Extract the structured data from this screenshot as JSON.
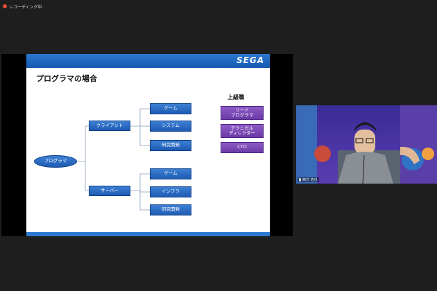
{
  "recording": {
    "label": "レコーディング中"
  },
  "slide": {
    "logo": "SEGA",
    "title": "プログラマの場合",
    "root": "プログラマ",
    "branches": [
      {
        "label": "クライアント",
        "leaves": [
          "ゲーム",
          "システム",
          "研究開発"
        ]
      },
      {
        "label": "サーバー",
        "leaves": [
          "ゲーム",
          "インフラ",
          "研究開発"
        ]
      }
    ],
    "senior": {
      "title": "上級職",
      "roles": [
        "リード\nプログラマ",
        "テクニカル\nディレクター",
        "CTO"
      ]
    },
    "colors": {
      "node_blue": "#2a6ac4",
      "node_purple": "#7b4bb8",
      "header_blue": "#2b78d0"
    }
  },
  "video": {
    "participant_name": "西方 佐也",
    "icons": [
      "mic-icon"
    ]
  }
}
